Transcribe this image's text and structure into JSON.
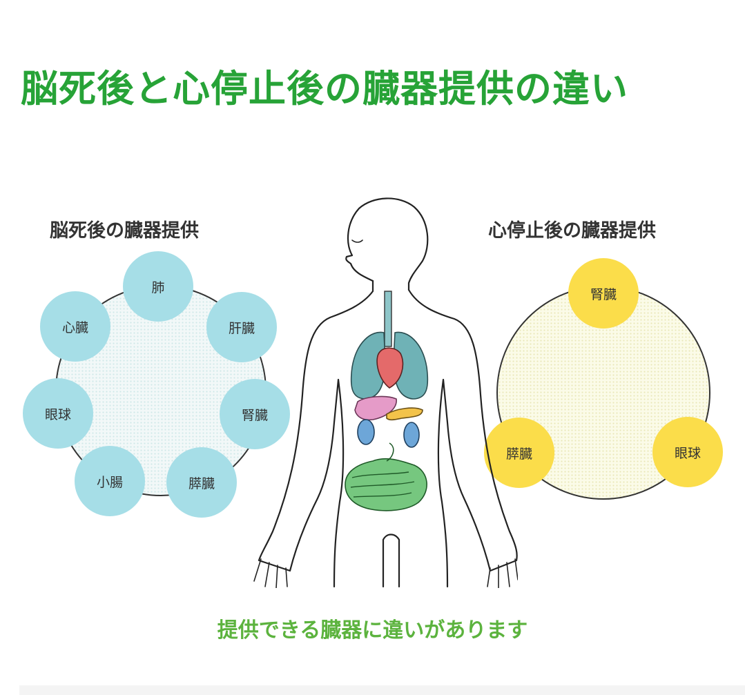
{
  "title": "脳死後と心停止後の臓器提供の違い",
  "brain_death": {
    "heading": "脳死後の臓器提供",
    "organs": [
      "肺",
      "肝臓",
      "腎臓",
      "膵臓",
      "小腸",
      "眼球",
      "心臓"
    ]
  },
  "cardiac_death": {
    "heading": "心停止後の臓器提供",
    "organs": [
      "腎臓",
      "眼球",
      "膵臓"
    ]
  },
  "caption": "提供できる臓器に違いがあります",
  "colors": {
    "title": "#27a337",
    "caption": "#5cb33e",
    "brain_death_node": "#a6dee7",
    "cardiac_death_node": "#fbdd4a"
  }
}
